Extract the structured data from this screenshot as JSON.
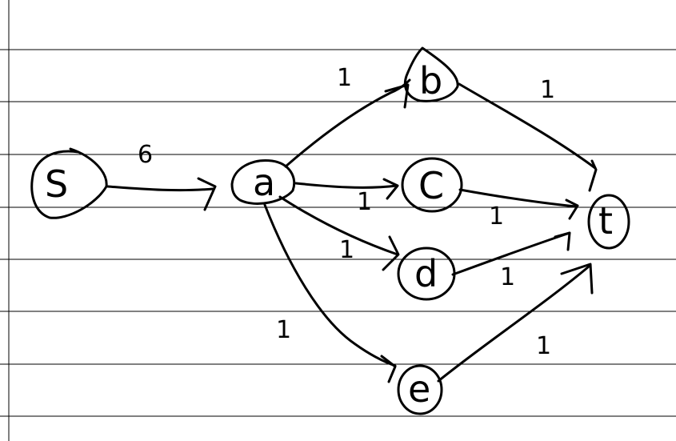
{
  "nodes": [
    {
      "id": "S",
      "label": "S"
    },
    {
      "id": "a",
      "label": "a"
    },
    {
      "id": "b",
      "label": "b"
    },
    {
      "id": "c",
      "label": "C"
    },
    {
      "id": "d",
      "label": "d"
    },
    {
      "id": "e",
      "label": "e"
    },
    {
      "id": "t",
      "label": "t"
    }
  ],
  "edges": [
    {
      "from": "S",
      "to": "a",
      "weight": "6"
    },
    {
      "from": "a",
      "to": "b",
      "weight": "1"
    },
    {
      "from": "a",
      "to": "c",
      "weight": "1"
    },
    {
      "from": "a",
      "to": "d",
      "weight": "1"
    },
    {
      "from": "a",
      "to": "e",
      "weight": "1"
    },
    {
      "from": "b",
      "to": "t",
      "weight": "1"
    },
    {
      "from": "c",
      "to": "t",
      "weight": "1"
    },
    {
      "from": "d",
      "to": "t",
      "weight": "1"
    },
    {
      "from": "e",
      "to": "t",
      "weight": "1"
    }
  ]
}
